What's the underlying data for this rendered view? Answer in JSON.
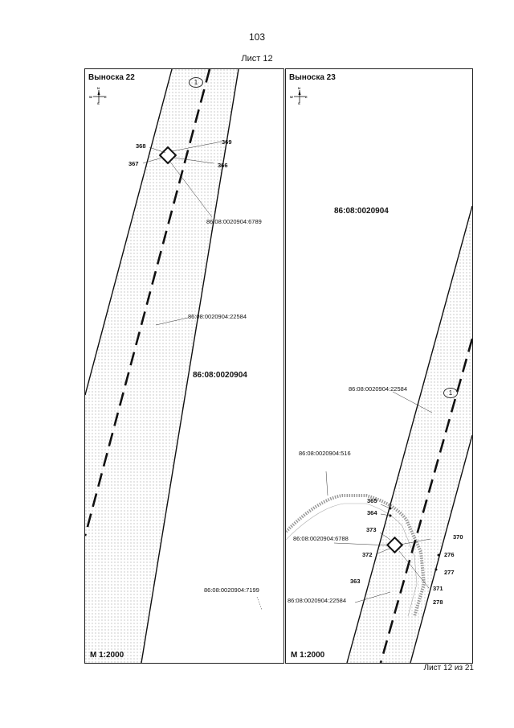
{
  "page_number": "103",
  "sheet_title": "Лист 12",
  "footer": "Лист 12 из 21",
  "compass_letters": {
    "n": "N",
    "s": "S",
    "w": "W",
    "e": "E"
  },
  "left_panel": {
    "title": "Выноска 22",
    "scale": "M 1:2000",
    "circle_marker": "1",
    "points": {
      "p368": "368",
      "p369": "369",
      "p367": "367",
      "p366": "366"
    },
    "parcels": {
      "p6789": "86:08:0020904:6789",
      "p22584": "86:08:0020904:22584",
      "quarter": "86:08:0020904",
      "p7199": "86:08:0020904:7199"
    }
  },
  "right_panel": {
    "title": "Выноска 23",
    "scale": "M 1:2000",
    "circle_marker": "1",
    "points": {
      "p365": "365",
      "p364": "364",
      "p373": "373",
      "p370": "370",
      "p372": "372",
      "p276": "276",
      "p277": "277",
      "p363": "363",
      "p371": "371",
      "p278": "278"
    },
    "parcels": {
      "quarter": "86:08:0020904",
      "p22584_top": "86:08:0020904:22584",
      "p516": "86:08:0020904:516",
      "p6788": "86:08:0020904:6788",
      "p22584_bottom": "86:08:0020904:22584"
    }
  }
}
